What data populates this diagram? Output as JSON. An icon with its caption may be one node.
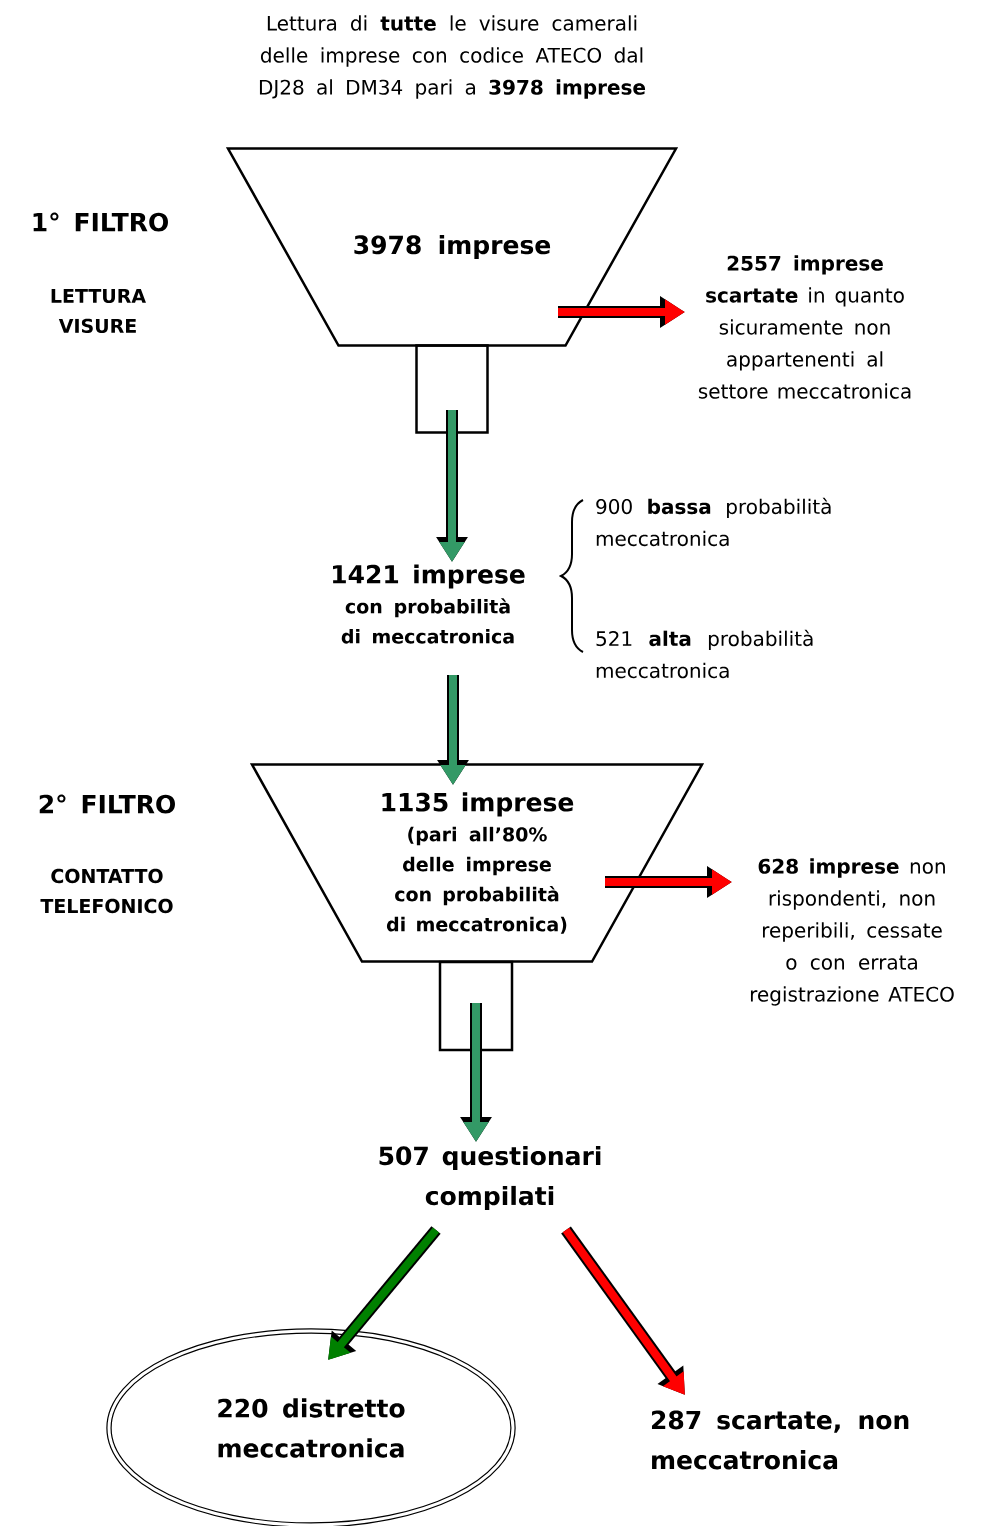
{
  "diagram": {
    "nodes": [
      {
        "text": [
          "3978 imprese"
        ]
      },
      {
        "text": [],
        "shape": "box"
      },
      {
        "text": [
          "**2557 imprese scartate** in quanto sicuramente non appartenenti al settore meccatronica"
        ]
      },
      {
        "text": [
          "1421 imprese",
          "con probabilità di meccatronica"
        ]
      },
      {
        "text": [
          "1135 imprese",
          "(pari all’80% delle imprese con probabilità di meccatronica)"
        ]
      },
      {
        "text": [],
        "shape": "box"
      },
      {
        "text": [
          "**628 imprese** non rispondenti, non reperibili, cessate o con errata registrazione ATECO"
        ]
      },
      {
        "text": [
          "507 questionari compilati"
        ]
      },
      {
        "text": [
          "220 distretto meccatronica"
        ]
      },
      {
        "text": [
          "287 scartate, non meccatronica"
        ]
      }
    ],
    "edges": [
      {
        "from": 0,
        "to": 2,
        "arrow": "to",
        "color": "#ff0000"
      },
      {
        "from": 1,
        "to": 3,
        "arrow": "to",
        "color": "#339966"
      },
      {
        "from": 3,
        "to": 4,
        "arrow": "to",
        "color": "#339966"
      },
      {
        "from": 4,
        "to": 6,
        "arrow": "to",
        "color": "#ff0000"
      },
      {
        "from": 5,
        "to": 7,
        "arrow": "to",
        "color": "#339966"
      },
      {
        "from": 7,
        "to": 8,
        "arrow": "to",
        "color": "#008000"
      },
      {
        "from": 7,
        "to": 9,
        "arrow": "to",
        "color": "#ff0000"
      }
    ],
    "labels": [
      "Lettura di **tutte** le visure camerali delle imprese con codice ATECO dal DJ28 al DM34 pari a **3978 imprese**",
      "1° FILTRO",
      "LETTURA VISURE",
      "900 **bassa** probabilità meccatronica",
      "521 **alta** probabilità meccatronica",
      "2° FILTRO",
      "CONTATTO TELEFONICO"
    ]
  }
}
